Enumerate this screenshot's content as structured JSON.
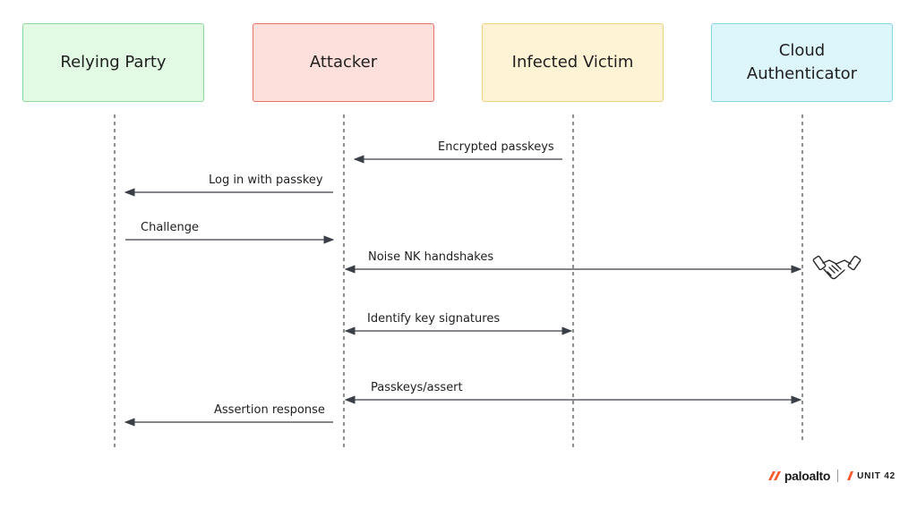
{
  "actors": [
    {
      "id": "relying-party",
      "label": "Relying Party",
      "fill": "#e2f9e4",
      "border": "#8fd89a"
    },
    {
      "id": "attacker",
      "label": "Attacker",
      "fill": "#fde0dc",
      "border": "#ea7268"
    },
    {
      "id": "infected-victim",
      "label": "Infected Victim",
      "fill": "#fff3d6",
      "border": "#f3d27e"
    },
    {
      "id": "cloud-authenticator",
      "label": "Cloud\nAuthenticator",
      "fill": "#dcf6fb",
      "border": "#83d6e8"
    }
  ],
  "messages": [
    {
      "label": "Encrypted passkeys",
      "from": "infected-victim",
      "to": "attacker",
      "direction": "left"
    },
    {
      "label": "Log in with passkey",
      "from": "attacker",
      "to": "relying-party",
      "direction": "left"
    },
    {
      "label": "Challenge",
      "from": "relying-party",
      "to": "attacker",
      "direction": "right"
    },
    {
      "label": "Noise NK handshakes",
      "from": "attacker",
      "to": "cloud-authenticator",
      "direction": "both"
    },
    {
      "label": "Identify key signatures",
      "from": "attacker",
      "to": "infected-victim",
      "direction": "both"
    },
    {
      "label": "Passkeys/assert",
      "from": "attacker",
      "to": "cloud-authenticator",
      "direction": "both"
    },
    {
      "label": "Assertion response",
      "from": "attacker",
      "to": "relying-party",
      "direction": "left"
    }
  ],
  "icons": {
    "handshake": "handshake-icon"
  },
  "logo": {
    "brand": "paloalto",
    "unit": "UNIT 42",
    "brand_color": "#fa582d"
  }
}
